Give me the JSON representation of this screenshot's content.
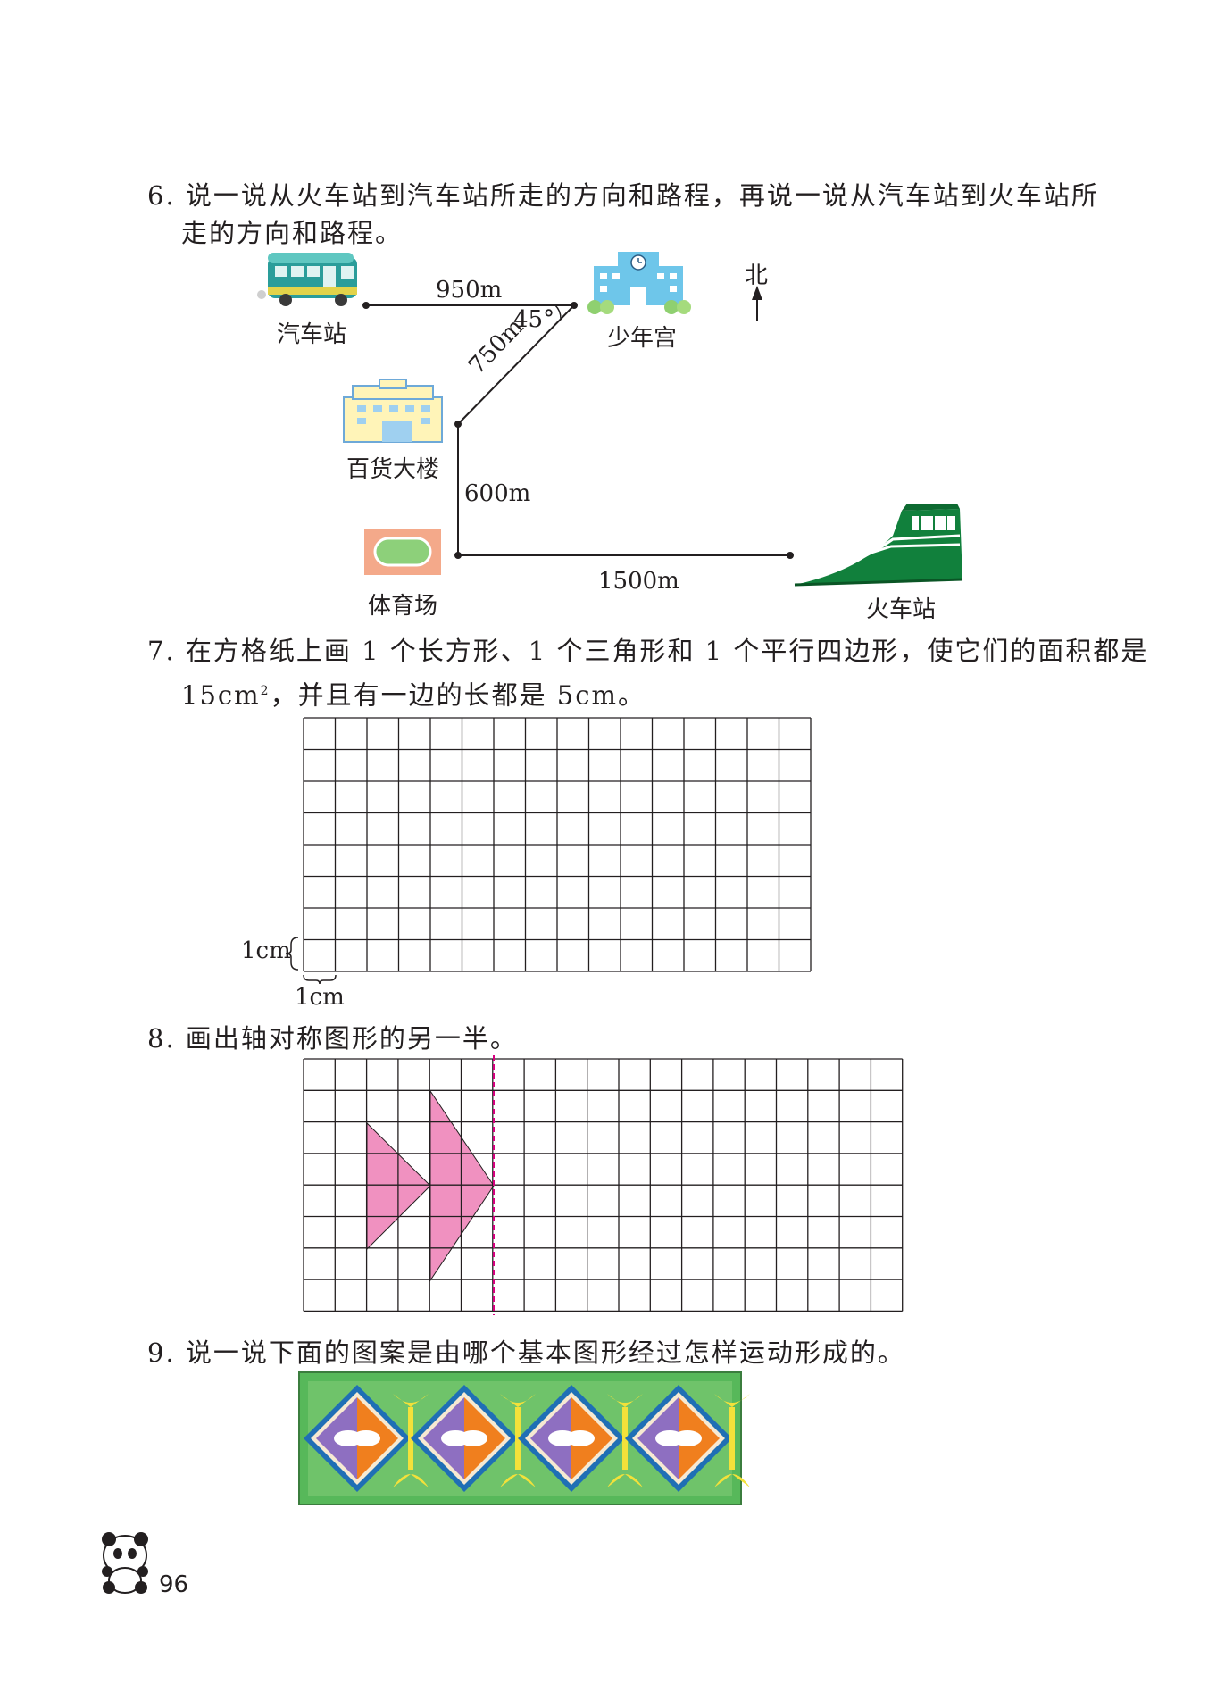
{
  "q6": {
    "text_line1": "6. 说一说从火车站到汽车站所走的方向和路程，再说一说从汽车站到火车站所",
    "text_line2": "走的方向和路程。",
    "labels": {
      "bus_station": "汽车站",
      "youth_palace": "少年宫",
      "dept_store": "百货大楼",
      "stadium": "体育场",
      "train_station": "火车站",
      "north": "北"
    },
    "distances": {
      "bus_to_palace": "950m",
      "palace_to_store": "750m",
      "store_to_stadium": "600m",
      "stadium_to_train": "1500m"
    },
    "angle": "45°"
  },
  "q7": {
    "text_line1": "7. 在方格纸上画 1 个长方形、1 个三角形和 1 个平行四边形，使它们的面积都是",
    "text_line2_a": "15cm",
    "text_line2_sup": "2",
    "text_line2_b": "，并且有一边的长都是 5cm。",
    "unit_side": "1cm",
    "unit_bottom": "1cm",
    "grid": {
      "cols": 16,
      "rows": 8
    }
  },
  "q8": {
    "text": "8. 画出轴对称图形的另一半。",
    "grid": {
      "cols": 19,
      "rows": 8
    },
    "axis_color": "#d6007f",
    "shape_color": "#f091c0"
  },
  "q9": {
    "text": "9. 说一说下面的图案是由哪个基本图形经过怎样运动形成的。",
    "pattern_units": 4,
    "colors": {
      "bg": "#5cb85c",
      "diamond_border": "#1f6fb5",
      "left": "#8e6fc1",
      "right": "#f07f1e",
      "leaf": "#f3e13a"
    }
  },
  "page_number": "96"
}
